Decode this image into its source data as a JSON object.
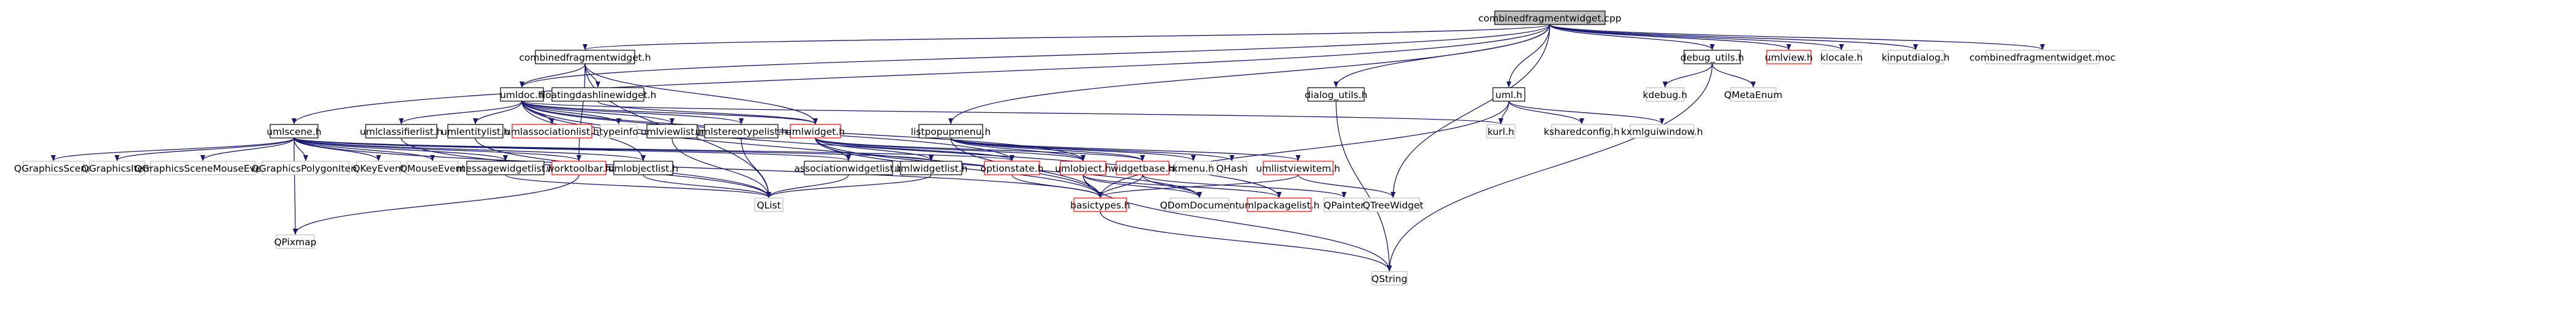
{
  "colors": {
    "edge": "#191970",
    "root_fill": "#bfbfbf",
    "documented_border": "#000000",
    "truncated_border": "#ff0000",
    "undocumented_border": "#bfbfbf"
  },
  "nodes": [
    {
      "id": "combinedfragmentwidget_cpp",
      "label": "combinedfragmentwidget.cpp",
      "kind": "root"
    },
    {
      "id": "combinedfragmentwidget_h",
      "label": "combinedfragmentwidget.h",
      "kind": "doc"
    },
    {
      "id": "debug_utils_h",
      "label": "debug_utils.h",
      "kind": "doc"
    },
    {
      "id": "umlview_h",
      "label": "umlview.h",
      "kind": "trunc"
    },
    {
      "id": "klocale_h",
      "label": "klocale.h",
      "kind": "plain"
    },
    {
      "id": "kinputdialog_h",
      "label": "kinputdialog.h",
      "kind": "plain"
    },
    {
      "id": "combinedfragmentwidget_moc",
      "label": "combinedfragmentwidget.moc",
      "kind": "plain"
    },
    {
      "id": "umldoc_h",
      "label": "umldoc.h",
      "kind": "doc"
    },
    {
      "id": "floatingdashlinewidget_h",
      "label": "floatingdashlinewidget.h",
      "kind": "doc"
    },
    {
      "id": "dialog_utils_h",
      "label": "dialog_utils.h",
      "kind": "doc"
    },
    {
      "id": "uml_h",
      "label": "uml.h",
      "kind": "doc"
    },
    {
      "id": "kdebug_h",
      "label": "kdebug.h",
      "kind": "plain"
    },
    {
      "id": "qmetaenum",
      "label": "QMetaEnum",
      "kind": "plain"
    },
    {
      "id": "umlscene_h",
      "label": "umlscene.h",
      "kind": "doc"
    },
    {
      "id": "umlclassifierlist_h",
      "label": "umlclassifierlist.h",
      "kind": "doc"
    },
    {
      "id": "umlentitylist_h",
      "label": "umlentitylist.h",
      "kind": "doc"
    },
    {
      "id": "umlassociationlist_h",
      "label": "umlassociationlist.h",
      "kind": "trunc"
    },
    {
      "id": "typeinfo",
      "label": "typeinfo",
      "kind": "plain"
    },
    {
      "id": "umlviewlist_h",
      "label": "umlviewlist.h",
      "kind": "doc"
    },
    {
      "id": "umlstereotypelist_h",
      "label": "umlstereotypelist.h",
      "kind": "doc"
    },
    {
      "id": "umlwidget_h",
      "label": "umlwidget.h",
      "kind": "trunc"
    },
    {
      "id": "listpopupmenu_h",
      "label": "listpopupmenu.h",
      "kind": "doc"
    },
    {
      "id": "kurl_h",
      "label": "kurl.h",
      "kind": "plain"
    },
    {
      "id": "ksharedconfig_h",
      "label": "ksharedconfig.h",
      "kind": "plain"
    },
    {
      "id": "kxmlguiwindow_h",
      "label": "kxmlguiwindow.h",
      "kind": "plain"
    },
    {
      "id": "qgraphicsscene",
      "label": "QGraphicsScene",
      "kind": "plain"
    },
    {
      "id": "qgraphicsitem",
      "label": "QGraphicsItem",
      "kind": "plain"
    },
    {
      "id": "qgraphicsscenemouseevent",
      "label": "QGraphicsSceneMouseEvent",
      "kind": "plain"
    },
    {
      "id": "qgraphicspolygonitem",
      "label": "QGraphicsPolygonItem",
      "kind": "plain"
    },
    {
      "id": "qkeyevent",
      "label": "QKeyEvent",
      "kind": "plain"
    },
    {
      "id": "qmouseevent",
      "label": "QMouseEvent",
      "kind": "plain"
    },
    {
      "id": "messagewidgetlist_h",
      "label": "messagewidgetlist.h",
      "kind": "doc"
    },
    {
      "id": "worktoolbar_h",
      "label": "worktoolbar.h",
      "kind": "trunc"
    },
    {
      "id": "umlobjectlist_h",
      "label": "umlobjectlist.h",
      "kind": "doc"
    },
    {
      "id": "associationwidgetlist_h",
      "label": "associationwidgetlist.h",
      "kind": "doc"
    },
    {
      "id": "umlwidgetlist_h",
      "label": "umlwidgetlist.h",
      "kind": "doc"
    },
    {
      "id": "optionstate_h",
      "label": "optionstate.h",
      "kind": "trunc"
    },
    {
      "id": "umlobject_h",
      "label": "umlobject.h",
      "kind": "trunc"
    },
    {
      "id": "widgetbase_h",
      "label": "widgetbase.h",
      "kind": "trunc"
    },
    {
      "id": "kmenu_h",
      "label": "kmenu.h",
      "kind": "plain"
    },
    {
      "id": "qhash",
      "label": "QHash",
      "kind": "plain"
    },
    {
      "id": "umllistviewitem_h",
      "label": "umllistviewitem.h",
      "kind": "trunc"
    },
    {
      "id": "qlist",
      "label": "QList",
      "kind": "plain"
    },
    {
      "id": "basictypes_h",
      "label": "basictypes.h",
      "kind": "trunc"
    },
    {
      "id": "qdomdocument",
      "label": "QDomDocument",
      "kind": "plain"
    },
    {
      "id": "umlpackagelist_h",
      "label": "umlpackagelist.h",
      "kind": "trunc"
    },
    {
      "id": "qpainter",
      "label": "QPainter",
      "kind": "plain"
    },
    {
      "id": "qtreewidget",
      "label": "QTreeWidget",
      "kind": "plain"
    },
    {
      "id": "qpixmap",
      "label": "QPixmap",
      "kind": "plain"
    },
    {
      "id": "qstring",
      "label": "QString",
      "kind": "plain"
    }
  ],
  "edges": [
    [
      "combinedfragmentwidget_cpp",
      "combinedfragmentwidget_h"
    ],
    [
      "combinedfragmentwidget_cpp",
      "debug_utils_h"
    ],
    [
      "combinedfragmentwidget_cpp",
      "umlview_h"
    ],
    [
      "combinedfragmentwidget_cpp",
      "klocale_h"
    ],
    [
      "combinedfragmentwidget_cpp",
      "kinputdialog_h"
    ],
    [
      "combinedfragmentwidget_cpp",
      "combinedfragmentwidget_moc"
    ],
    [
      "combinedfragmentwidget_cpp",
      "umldoc_h"
    ],
    [
      "combinedfragmentwidget_cpp",
      "dialog_utils_h"
    ],
    [
      "combinedfragmentwidget_cpp",
      "uml_h"
    ],
    [
      "combinedfragmentwidget_cpp",
      "umlscene_h"
    ],
    [
      "combinedfragmentwidget_cpp",
      "listpopupmenu_h"
    ],
    [
      "combinedfragmentwidget_cpp",
      "qtreewidget"
    ],
    [
      "combinedfragmentwidget_h",
      "umldoc_h"
    ],
    [
      "combinedfragmentwidget_h",
      "floatingdashlinewidget_h"
    ],
    [
      "combinedfragmentwidget_h",
      "umlwidget_h"
    ],
    [
      "combinedfragmentwidget_h",
      "worktoolbar_h"
    ],
    [
      "combinedfragmentwidget_h",
      "qlist"
    ],
    [
      "debug_utils_h",
      "kdebug_h"
    ],
    [
      "debug_utils_h",
      "qmetaenum"
    ],
    [
      "debug_utils_h",
      "qstring"
    ],
    [
      "floatingdashlinewidget_h",
      "umlwidget_h"
    ],
    [
      "dialog_utils_h",
      "qstring"
    ],
    [
      "uml_h",
      "kurl_h"
    ],
    [
      "uml_h",
      "ksharedconfig_h"
    ],
    [
      "uml_h",
      "kxmlguiwindow_h"
    ],
    [
      "uml_h",
      "basictypes_h"
    ],
    [
      "umldoc_h",
      "umlclassifierlist_h"
    ],
    [
      "umldoc_h",
      "umlentitylist_h"
    ],
    [
      "umldoc_h",
      "umlassociationlist_h"
    ],
    [
      "umldoc_h",
      "typeinfo"
    ],
    [
      "umldoc_h",
      "umlviewlist_h"
    ],
    [
      "umldoc_h",
      "umlstereotypelist_h"
    ],
    [
      "umldoc_h",
      "umlwidget_h"
    ],
    [
      "umldoc_h",
      "kurl_h"
    ],
    [
      "umldoc_h",
      "optionstate_h"
    ],
    [
      "umldoc_h",
      "umlobject_h"
    ],
    [
      "umldoc_h",
      "umlobjectlist_h"
    ],
    [
      "umldoc_h",
      "umlpackagelist_h"
    ],
    [
      "umldoc_h",
      "basictypes_h"
    ],
    [
      "umlscene_h",
      "qgraphicsscene"
    ],
    [
      "umlscene_h",
      "qgraphicsitem"
    ],
    [
      "umlscene_h",
      "qgraphicsscenemouseevent"
    ],
    [
      "umlscene_h",
      "qgraphicspolygonitem"
    ],
    [
      "umlscene_h",
      "qkeyevent"
    ],
    [
      "umlscene_h",
      "qmouseevent"
    ],
    [
      "umlscene_h",
      "messagewidgetlist_h"
    ],
    [
      "umlscene_h",
      "worktoolbar_h"
    ],
    [
      "umlscene_h",
      "umlobjectlist_h"
    ],
    [
      "umlscene_h",
      "associationwidgetlist_h"
    ],
    [
      "umlscene_h",
      "umlwidgetlist_h"
    ],
    [
      "umlscene_h",
      "optionstate_h"
    ],
    [
      "umlscene_h",
      "basictypes_h"
    ],
    [
      "umlscene_h",
      "qpixmap"
    ],
    [
      "umlclassifierlist_h",
      "qlist"
    ],
    [
      "umlentitylist_h",
      "qlist"
    ],
    [
      "umlviewlist_h",
      "qlist"
    ],
    [
      "umlstereotypelist_h",
      "qlist"
    ],
    [
      "umlwidget_h",
      "umlwidgetlist_h"
    ],
    [
      "umlwidget_h",
      "associationwidgetlist_h"
    ],
    [
      "umlwidget_h",
      "optionstate_h"
    ],
    [
      "umlwidget_h",
      "umlobject_h"
    ],
    [
      "umlwidget_h",
      "widgetbase_h"
    ],
    [
      "umlwidget_h",
      "basictypes_h"
    ],
    [
      "umlwidget_h",
      "qdomdocument"
    ],
    [
      "listpopupmenu_h",
      "umlobject_h"
    ],
    [
      "listpopupmenu_h",
      "widgetbase_h"
    ],
    [
      "listpopupmenu_h",
      "kmenu_h"
    ],
    [
      "listpopupmenu_h",
      "qhash"
    ],
    [
      "listpopupmenu_h",
      "umllistviewitem_h"
    ],
    [
      "listpopupmenu_h",
      "basictypes_h"
    ],
    [
      "messagewidgetlist_h",
      "qlist"
    ],
    [
      "worktoolbar_h",
      "qpixmap"
    ],
    [
      "umlobjectlist_h",
      "qlist"
    ],
    [
      "associationwidgetlist_h",
      "qlist"
    ],
    [
      "umlwidgetlist_h",
      "qlist"
    ],
    [
      "optionstate_h",
      "basictypes_h"
    ],
    [
      "umlobject_h",
      "basictypes_h"
    ],
    [
      "umlobject_h",
      "umlpackagelist_h"
    ],
    [
      "umlobject_h",
      "qdomdocument"
    ],
    [
      "umlobject_h",
      "qstring"
    ],
    [
      "widgetbase_h",
      "basictypes_h"
    ],
    [
      "widgetbase_h",
      "qdomdocument"
    ],
    [
      "widgetbase_h",
      "qpainter"
    ],
    [
      "umllistviewitem_h",
      "qtreewidget"
    ],
    [
      "umllistviewitem_h",
      "basictypes_h"
    ],
    [
      "basictypes_h",
      "qstring"
    ]
  ]
}
